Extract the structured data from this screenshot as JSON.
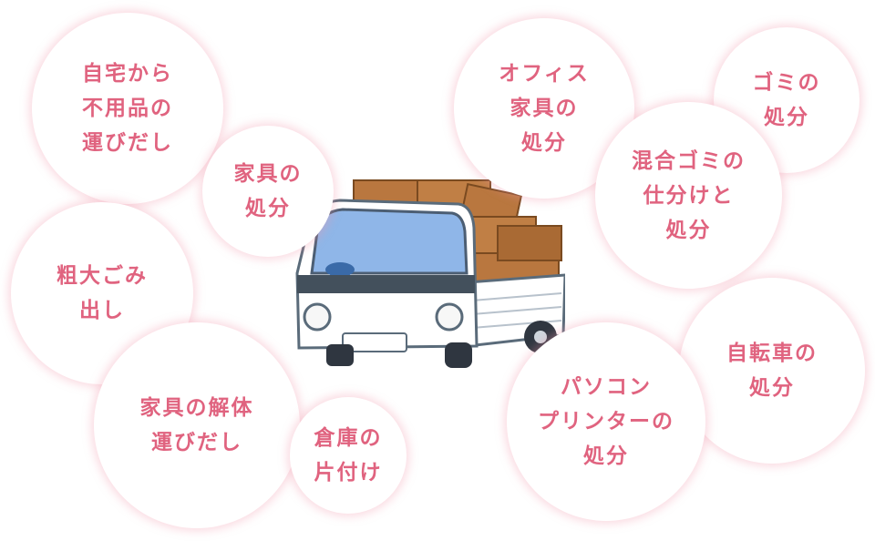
{
  "services": [
    {
      "id": "home",
      "label": "自宅から\n不用品の\n運びだし"
    },
    {
      "id": "furn1",
      "label": "家具の\n処分"
    },
    {
      "id": "oversize",
      "label": "粗大ごみ\n出し"
    },
    {
      "id": "dismantle",
      "label": "家具の解体\n運びだし"
    },
    {
      "id": "warehouse",
      "label": "倉庫の\n片付け"
    },
    {
      "id": "office",
      "label": "オフィス\n家具の\n処分"
    },
    {
      "id": "garbage",
      "label": "ゴミの\n処分"
    },
    {
      "id": "mixed",
      "label": "混合ゴミの\n仕分けと\n処分"
    },
    {
      "id": "bicycle",
      "label": "自転車の\n処分"
    },
    {
      "id": "pc",
      "label": "パソコン\nプリンターの\n処分"
    }
  ],
  "colors": {
    "text": "#e0637f",
    "glow": "#f3a3b5",
    "truck_body": "#ffffff",
    "cab_window": "#8fb6e8",
    "cargo": "#b9773f"
  },
  "icons": {
    "truck": "kei-truck-with-boxes-illustration"
  }
}
